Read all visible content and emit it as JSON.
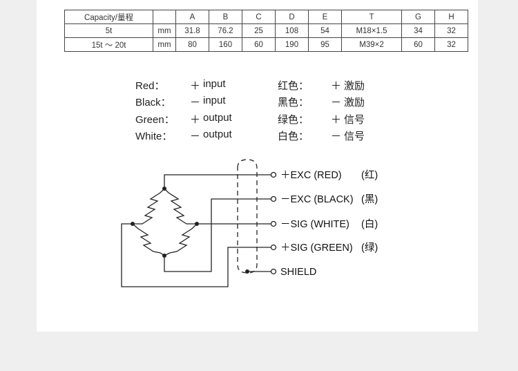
{
  "table": {
    "header": [
      "Capacity/量程",
      "",
      "A",
      "B",
      "C",
      "D",
      "E",
      "T",
      "G",
      "H"
    ],
    "rows": [
      [
        "5t",
        "mm",
        "31.8",
        "76.2",
        "25",
        "108",
        "54",
        "M18×1.5",
        "34",
        "32"
      ],
      [
        "15t ～ 20t",
        "mm",
        "80",
        "160",
        "60",
        "190",
        "95",
        "M39×2",
        "60",
        "32"
      ]
    ]
  },
  "wire_legend": [
    {
      "color_en": "Red：",
      "sign_en": "＋",
      "func_en": "input",
      "color_zh": "红色：",
      "sign_zh": "＋",
      "func_zh": "激励"
    },
    {
      "color_en": "Black：",
      "sign_en": "－",
      "func_en": "input",
      "color_zh": "黑色：",
      "sign_zh": "－",
      "func_zh": "激励"
    },
    {
      "color_en": "Green：",
      "sign_en": "＋",
      "func_en": "output",
      "color_zh": "绿色：",
      "sign_zh": "＋",
      "func_zh": "信号"
    },
    {
      "color_en": "White：",
      "sign_en": "－",
      "func_en": "output",
      "color_zh": "白色：",
      "sign_zh": "－",
      "func_zh": "信号"
    }
  ],
  "terminals": [
    {
      "label": "＋EXC (RED)",
      "zh": "(红)"
    },
    {
      "label": "－EXC (BLACK)",
      "zh": "(黑)"
    },
    {
      "label": "－SIG (WHITE)",
      "zh": "(白)"
    },
    {
      "label": "＋SIG (GREEN)",
      "zh": "(绿)"
    },
    {
      "label": "SHIELD",
      "zh": ""
    }
  ]
}
